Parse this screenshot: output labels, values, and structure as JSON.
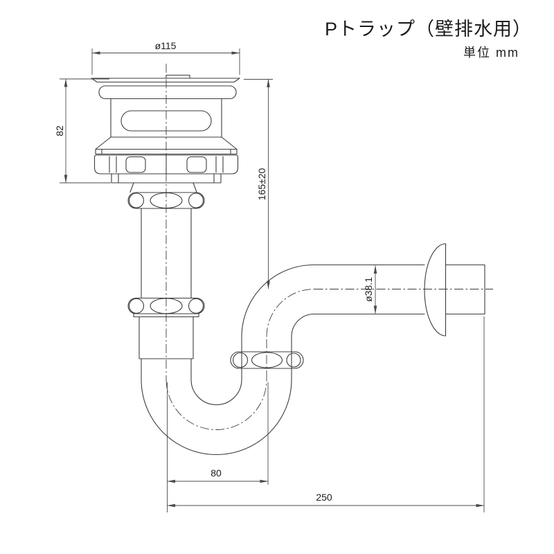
{
  "title": "Pトラップ（壁排水用）",
  "unit_label": "単位 mm",
  "dimensions": {
    "flange_diameter": "ø115",
    "drain_height": "82",
    "inlet_height": "165±20",
    "pipe_diameter": "ø38.1",
    "trap_offset": "80",
    "outlet_reach": "250"
  },
  "colors": {
    "line": "#3c3c3c",
    "dim_line": "#4a4a4a",
    "text": "#1c1c1c",
    "background": "#ffffff"
  }
}
